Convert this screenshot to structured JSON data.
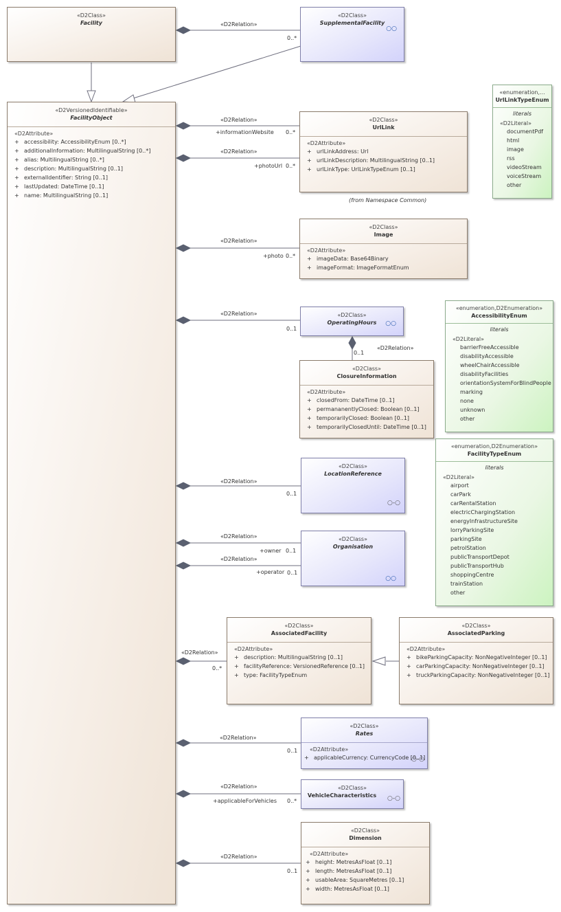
{
  "classes": {
    "facility": {
      "stereotype": "«D2Class»",
      "name": "Facility"
    },
    "supplemental": {
      "stereotype": "«D2Class»",
      "name": "SupplementalFacility"
    },
    "facilityobject": {
      "stereotype": "«D2VersionedIdentifiable»",
      "name": "FacilityObject",
      "attr_stereo": "«D2Attribute»",
      "attrs": [
        {
          "vis": "+",
          "text": "accessibility: AccessibilityEnum [0..*]"
        },
        {
          "vis": "+",
          "text": "additionalInformation: MultilingualString [0..*]"
        },
        {
          "vis": "+",
          "text": "alias: MultilingualString [0..*]"
        },
        {
          "vis": "+",
          "text": "description: MultilingualString [0..1]"
        },
        {
          "vis": "+",
          "text": "externalIdentifier: String [0..1]"
        },
        {
          "vis": "+",
          "text": "lastUpdated: DateTime [0..1]"
        },
        {
          "vis": "+",
          "text": "name: MultilingualString [0..1]"
        }
      ]
    },
    "urllink": {
      "stereotype": "«D2Class»",
      "name": "UrlLink",
      "attr_stereo": "«D2Attribute»",
      "attrs": [
        {
          "vis": "+",
          "text": "urlLinkAddress: Url"
        },
        {
          "vis": "+",
          "text": "urlLinkDescription: MultilingualString [0..1]"
        },
        {
          "vis": "+",
          "text": "urlLinkType: UrlLinkTypeEnum [0..1]"
        }
      ],
      "note": "(from Namespace Common)"
    },
    "image": {
      "stereotype": "«D2Class»",
      "name": "Image",
      "attr_stereo": "«D2Attribute»",
      "attrs": [
        {
          "vis": "+",
          "text": "imageData: Base64Binary"
        },
        {
          "vis": "+",
          "text": "imageFormat: ImageFormatEnum"
        }
      ]
    },
    "operatinghours": {
      "stereotype": "«D2Class»",
      "name": "OperatingHours"
    },
    "closure": {
      "stereotype": "«D2Class»",
      "name": "ClosureInformation",
      "attr_stereo": "«D2Attribute»",
      "attrs": [
        {
          "vis": "+",
          "text": "closedFrom: DateTime [0..1]"
        },
        {
          "vis": "+",
          "text": "permananentlyClosed: Boolean [0..1]"
        },
        {
          "vis": "+",
          "text": "temporarilyClosed: Boolean [0..1]"
        },
        {
          "vis": "+",
          "text": "temporarilyClosedUntil: DateTime [0..1]"
        }
      ]
    },
    "location": {
      "stereotype": "«D2Class»",
      "name": "LocationReference"
    },
    "organisation": {
      "stereotype": "«D2Class»",
      "name": "Organisation"
    },
    "associatedfacility": {
      "stereotype": "«D2Class»",
      "name": "AssociatedFacility",
      "attr_stereo": "«D2Attribute»",
      "attrs": [
        {
          "vis": "+",
          "text": "description: MultilingualString [0..1]"
        },
        {
          "vis": "+",
          "text": "facilityReference: VersionedReference [0..1]"
        },
        {
          "vis": "+",
          "text": "type: FacilityTypeEnum"
        }
      ]
    },
    "associatedparking": {
      "stereotype": "«D2Class»",
      "name": "AssociatedParking",
      "attr_stereo": "«D2Attribute»",
      "attrs": [
        {
          "vis": "+",
          "text": "bikeParkingCapacity: NonNegativeInteger [0..1]"
        },
        {
          "vis": "+",
          "text": "carParkingCapacity: NonNegativeInteger [0..1]"
        },
        {
          "vis": "+",
          "text": "truckParkingCapacity: NonNegativeInteger [0..1]"
        }
      ]
    },
    "rates": {
      "stereotype": "«D2Class»",
      "name": "Rates",
      "attr_stereo": "«D2Attribute»",
      "attrs": [
        {
          "vis": "+",
          "text": "applicableCurrency: CurrencyCode [0..1]"
        }
      ]
    },
    "vehicle": {
      "stereotype": "«D2Class»",
      "name": "VehicleCharacteristics"
    },
    "dimension": {
      "stereotype": "«D2Class»",
      "name": "Dimension",
      "attr_stereo": "«D2Attribute»",
      "attrs": [
        {
          "vis": "+",
          "text": "height: MetresAsFloat [0..1]"
        },
        {
          "vis": "+",
          "text": "length: MetresAsFloat [0..1]"
        },
        {
          "vis": "+",
          "text": "usableArea: SquareMetres [0..1]"
        },
        {
          "vis": "+",
          "text": "width: MetresAsFloat [0..1]"
        }
      ]
    }
  },
  "enums": {
    "urllinktype": {
      "stereotype": "«enumeration,...",
      "name": "UrlLinkTypeEnum",
      "literals_title": "literals",
      "lit_stereo": "«D2Literal»",
      "literals": [
        "documentPdf",
        "html",
        "image",
        "rss",
        "videoStream",
        "voiceStream",
        "other"
      ]
    },
    "accessibility": {
      "stereotype": "«enumeration,D2Enumeration»",
      "name": "AccessibilityEnum",
      "literals_title": "literals",
      "lit_stereo": "«D2Literal»",
      "literals": [
        "barrierFreeAccessible",
        "disabilityAccessible",
        "wheelChairAccessible",
        "disabilityFacilities",
        "orientationSystemForBlindPeople",
        "marking",
        "none",
        "unknown",
        "other"
      ]
    },
    "facilitytype": {
      "stereotype": "«enumeration,D2Enumeration»",
      "name": "FacilityTypeEnum",
      "literals_title": "literals",
      "lit_stereo": "«D2Literal»",
      "literals": [
        "airport",
        "carPark",
        "carRentalStation",
        "electricChargingStation",
        "energyInfrastructureSite",
        "lorryParkingSite",
        "parkingSite",
        "petrolStation",
        "publicTransportDepot",
        "publicTransportHub",
        "shoppingCentre",
        "trainStation",
        "other"
      ]
    }
  },
  "relations": {
    "rel_label": "«D2Relation»",
    "mult_0_many": "0..*",
    "mult_0_1": "0..1",
    "role_website": "+informationWebsite",
    "role_photourl": "+photoUrl",
    "role_photo": "+photo",
    "role_owner": "+owner",
    "role_operator": "+operator",
    "role_vehicles": "+applicableForVehicles"
  },
  "colors": {
    "line": "#6e6e7e",
    "diamond": "#5a6070",
    "class_fill": "#f3ebe2",
    "interface_fill": "#dcdcfb",
    "enum_fill": "#d8f5cf"
  }
}
